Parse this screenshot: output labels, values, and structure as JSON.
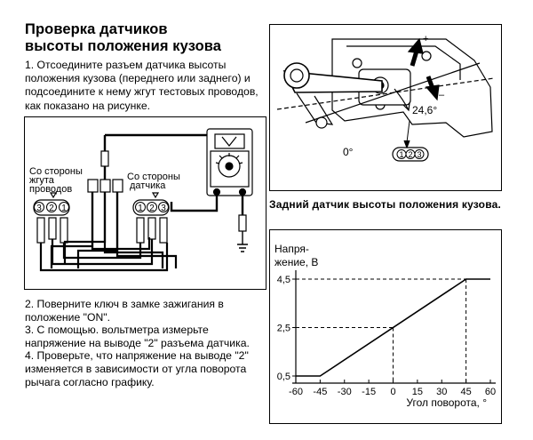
{
  "section": {
    "title_line1": "Проверка датчиков",
    "title_line2": "высоты положения кузова",
    "step1": "1. Отсоедините разъем датчика высоты положения кузова (переднего или заднего) и подсоедините к нему жгут тестовых проводов, как показано на рисунке.",
    "step2": "2. Поверните ключ в замке зажигания в положение \"ON\".",
    "step3": "3. С помощью. вольтметра измерьте напряжение на выводе \"2\" разъема датчика.",
    "step4": "4. Проверьте, что напряжение на выводе \"2\" изменяется в зависимости от угла поворота рычага согласно графику."
  },
  "wiring_figure": {
    "label_harness_side": [
      "Со стороны",
      "жгута",
      "проводов"
    ],
    "label_sensor_side": [
      "Со стороны",
      "датчика"
    ],
    "harness_pins": [
      "3",
      "2",
      "1"
    ],
    "sensor_pins": [
      "1",
      "2",
      "3"
    ]
  },
  "sensor_figure": {
    "plus_label": "+",
    "minus_label": "–",
    "angle_label": "24,6°",
    "zero_label": "0°",
    "connector_pins": [
      "1",
      "2",
      "3"
    ]
  },
  "caption": "Задний датчик высоты положения кузова.",
  "chart_data": {
    "type": "line",
    "ylabel": [
      "Напря-",
      "жение, В"
    ],
    "xlabel": "Угол поворота, °",
    "x_ticks": [
      -60,
      -45,
      -30,
      -15,
      0,
      15,
      30,
      45,
      60
    ],
    "y_ticks": [
      0.5,
      2.5,
      4.5
    ],
    "y_tick_labels": [
      "0,5",
      "2,5",
      "4,5"
    ],
    "xlim": [
      -60,
      60
    ],
    "ylim": [
      0.5,
      4.5
    ],
    "series": [
      {
        "x": [
          -60,
          -45,
          45,
          60
        ],
        "y": [
          0.5,
          0.5,
          4.5,
          4.5
        ]
      }
    ],
    "guides": [
      {
        "x": 0,
        "y": 2.5
      },
      {
        "x": 45,
        "y": 4.5
      }
    ]
  }
}
